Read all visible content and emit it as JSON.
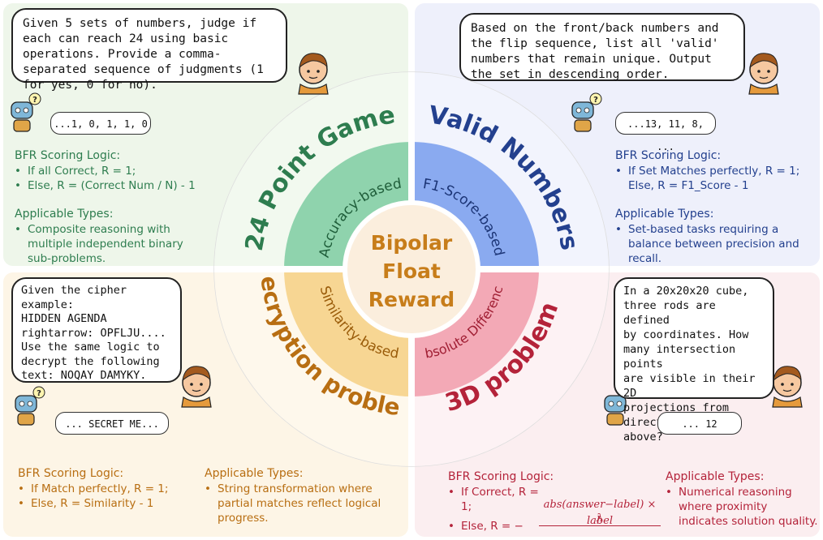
{
  "center": {
    "line1": "Bipolar",
    "line2": "Float",
    "line3": "Reward"
  },
  "quadrants": {
    "tl": {
      "title": "24 Point Game",
      "inner": "Accuracy-based",
      "question": "Given 5 sets of numbers, judge if each can reach 24 using basic operations. Provide a comma-separated sequence of judgments (1 for yes, 0 for no).",
      "answer": "...1, 0, 1, 1, 0",
      "scoring_title": "BFR Scoring Logic:",
      "scoring": [
        "If all Correct, R = 1;",
        "Else, R = (Correct Num / N) - 1"
      ],
      "types_title": "Applicable Types:",
      "types": [
        "Composite reasoning with multiple independent binary sub-problems."
      ]
    },
    "tr": {
      "title": "Valid Numbers",
      "inner": "F1-Score-based",
      "question": "Based on the front/back numbers and the flip sequence, list all 'valid' numbers that remain unique. Output the set in descending order.",
      "answer": "...13, 11, 8, ...",
      "scoring_title": "BFR Scoring Logic:",
      "scoring": [
        "If Set Matches perfectly, R = 1; Else, R = F1_Score - 1"
      ],
      "types_title": "Applicable Types:",
      "types": [
        "Set-based tasks requiring a balance between precision and recall."
      ]
    },
    "bl": {
      "title": "Decryption problem",
      "inner": "Similarity-based",
      "question": "Given the cipher example:\nHIDDEN AGENDA\nrightarrow: OPFLJU....\nUse the same logic to\ndecrypt the following\ntext: NOQAY DAMYKY.",
      "answer": "... SECRET ME...",
      "scoring_title": "BFR Scoring Logic:",
      "scoring": [
        "If Match perfectly, R = 1;",
        "Else, R = Similarity - 1"
      ],
      "types_title": "Applicable Types:",
      "types": [
        "String transformation where partial matches reflect logical progress."
      ]
    },
    "br": {
      "title": "3D problem",
      "inner": "Absolute Difference",
      "question": "In a 20x20x20 cube,\nthree rods are defined\nby coordinates. How\nmany intersection points\nare visible in their 2D\nprojections from directly\nabove?",
      "answer": "... 12",
      "scoring_title": "BFR Scoring Logic:",
      "scoring": [
        "If Correct, R = 1;",
        "Else, R = −"
      ],
      "formula_num": "abs(answer−label) × λ",
      "formula_den": "label",
      "types_title": "Applicable Types:",
      "types": [
        "Numerical reasoning where proximity indicates solution quality."
      ]
    }
  },
  "colors": {
    "green": "#2e7d4f",
    "blue": "#23408e",
    "orange": "#b86e12",
    "red": "#b4233a",
    "green_ring": "#8fd3ad",
    "blue_ring": "#8aaaf0",
    "orange_ring": "#f7d693",
    "red_ring": "#f3a9b6",
    "center": "#fbeedd"
  },
  "icons": [
    "boy-avatar-icon",
    "robot-thinking-icon"
  ]
}
